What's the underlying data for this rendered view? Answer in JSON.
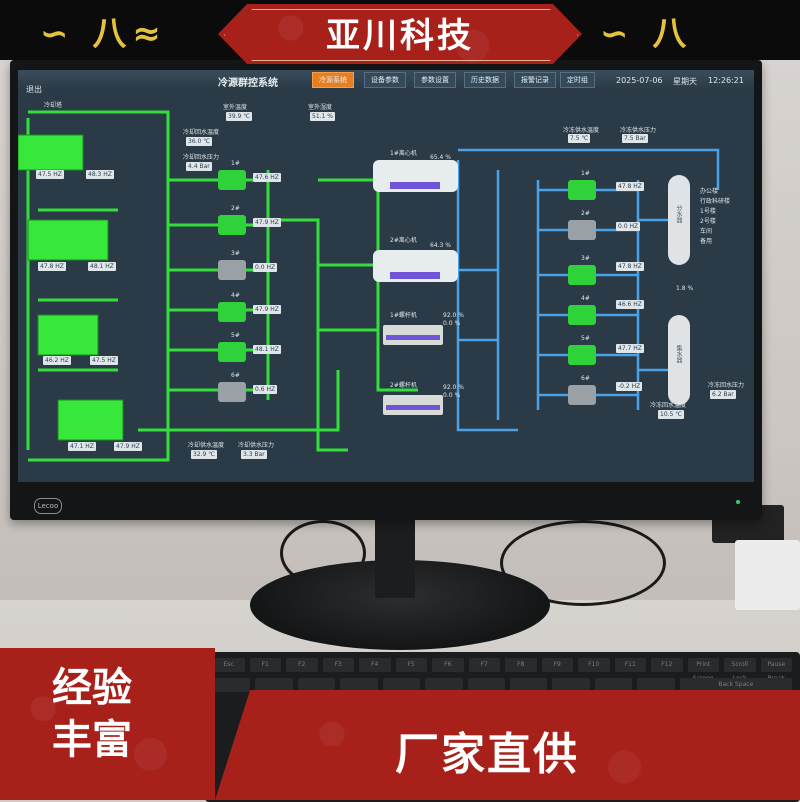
{
  "banner": {
    "brand": "亚川科技",
    "slogan_left_line1": "经验",
    "slogan_left_line2": "丰富",
    "slogan_right": "厂家直供"
  },
  "monitor": {
    "logo": "Lecoo"
  },
  "scada": {
    "exit_label": "退出",
    "system_title": "冷源群控系统",
    "nav_tabs": [
      {
        "label": "冷源系统",
        "active": true
      },
      {
        "label": "设备参数",
        "active": false
      },
      {
        "label": "参数设置",
        "active": false
      },
      {
        "label": "历史数据",
        "active": false
      },
      {
        "label": "报警记录",
        "active": false
      },
      {
        "label": "定时组",
        "active": false
      }
    ],
    "date": "2025-07-06",
    "weekday": "星期天",
    "time": "12:26:21",
    "cooling_tower_label": "冷却塔",
    "outdoor_temp": "39.9 ℃",
    "outdoor_humidity": "51.1 %",
    "cw_return_temp": "36.0 ℃",
    "cw_return_pressure": "4.4 Bar",
    "cw_supply_temp": "32.9 ℃",
    "cw_supply_pressure": "3.3 Bar",
    "tower_fans": [
      {
        "hz1": "47.5 HZ",
        "hz2": "48.3 HZ"
      },
      {
        "hz1": "47.8 HZ",
        "hz2": "48.1 HZ"
      },
      {
        "hz1": "46.2 HZ",
        "hz2": "47.5 HZ"
      },
      {
        "hz1": "47.1 HZ",
        "hz2": "47.9 HZ"
      }
    ],
    "cw_pumps": [
      {
        "id": "1#",
        "hz": "47.6 HZ"
      },
      {
        "id": "2#",
        "hz": "47.9 HZ"
      },
      {
        "id": "3#",
        "hz": "0.0 HZ"
      },
      {
        "id": "4#",
        "hz": "47.9 HZ"
      },
      {
        "id": "5#",
        "hz": "48.1 HZ"
      },
      {
        "id": "6#",
        "hz": "0.6 HZ"
      }
    ],
    "chillers": [
      {
        "name": "1#离心机",
        "load": "65.4 %",
        "b": ""
      },
      {
        "name": "2#离心机",
        "load": "64.3 %",
        "b": ""
      },
      {
        "name": "1#螺杆机",
        "load": "92.0 %",
        "b": "0.0 %"
      },
      {
        "name": "2#螺杆机",
        "load": "92.0 %",
        "b": "0.0 %"
      }
    ],
    "chw_supply_temp": "7.5 ℃",
    "chw_supply_pressure": "7.5 Bar",
    "chw_return_temp": "10.5 ℃",
    "chw_return_pressure": "6.2 Bar",
    "chw_pumps": [
      {
        "id": "1#",
        "hz": "47.8 HZ"
      },
      {
        "id": "2#",
        "hz": "0.0 HZ"
      },
      {
        "id": "3#",
        "hz": "47.8 HZ"
      },
      {
        "id": "4#",
        "hz": "46.6 HZ"
      },
      {
        "id": "5#",
        "hz": "47.7 HZ"
      },
      {
        "id": "6#",
        "hz": "-0.2 HZ"
      }
    ],
    "supply_header": "分水器",
    "return_header": "集水器",
    "bypass_value": "1.8 %",
    "supply_branches": [
      "办公楼",
      "行政科研楼",
      "1号楼",
      "2号楼",
      "车间",
      "备用"
    ],
    "labels": {
      "outdoor_temp": "室外温度",
      "outdoor_humidity": "室外湿度",
      "cw_return_temp_label": "冷却回水温度",
      "cw_return_pressure_label": "冷却回水压力",
      "cw_supply_temp_label": "冷却供水温度",
      "cw_supply_pressure_label": "冷却供水压力",
      "chw_supply_temp_label": "冷冻供水温度",
      "chw_supply_pressure_label": "冷冻供水压力",
      "chw_return_temp_label": "冷冻回水温度",
      "chw_return_pressure_label": "冷冻回水压力"
    }
  },
  "keyboard": {
    "row1": [
      "Esc",
      "F1",
      "F2",
      "F3",
      "F4",
      "F5",
      "F6",
      "F7",
      "F8",
      "F9",
      "F10",
      "F11",
      "F12",
      "Print Screen",
      "Scroll Lock",
      "Pause Break"
    ],
    "backspace": "Back Space"
  },
  "colors": {
    "brand_red": "#a7201a",
    "pipe_green": "#33e03a",
    "pipe_blue": "#4aa3e8",
    "active_tab": "#e67e22"
  }
}
